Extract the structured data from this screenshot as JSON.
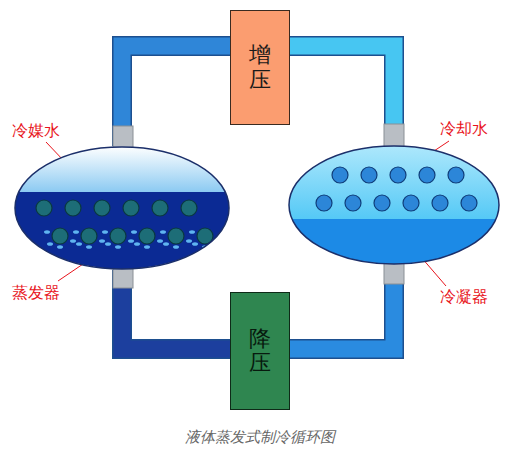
{
  "diagram": {
    "caption": "液体蒸发式制冷循环图",
    "nodes": [
      {
        "text": [
          "增压"
        ]
      },
      {
        "text": [
          "蒸发器"
        ]
      },
      {
        "text": [
          "冷凝器"
        ]
      },
      {
        "text": [
          "降压"
        ]
      }
    ],
    "edges": [
      {
        "from": 1,
        "to": 0,
        "arrow": "none"
      },
      {
        "from": 0,
        "to": 2,
        "arrow": "none"
      },
      {
        "from": 2,
        "to": 3,
        "arrow": "none"
      },
      {
        "from": 3,
        "to": 1,
        "arrow": "none"
      }
    ],
    "labels": [
      "冷媒水",
      "冷却水"
    ]
  }
}
